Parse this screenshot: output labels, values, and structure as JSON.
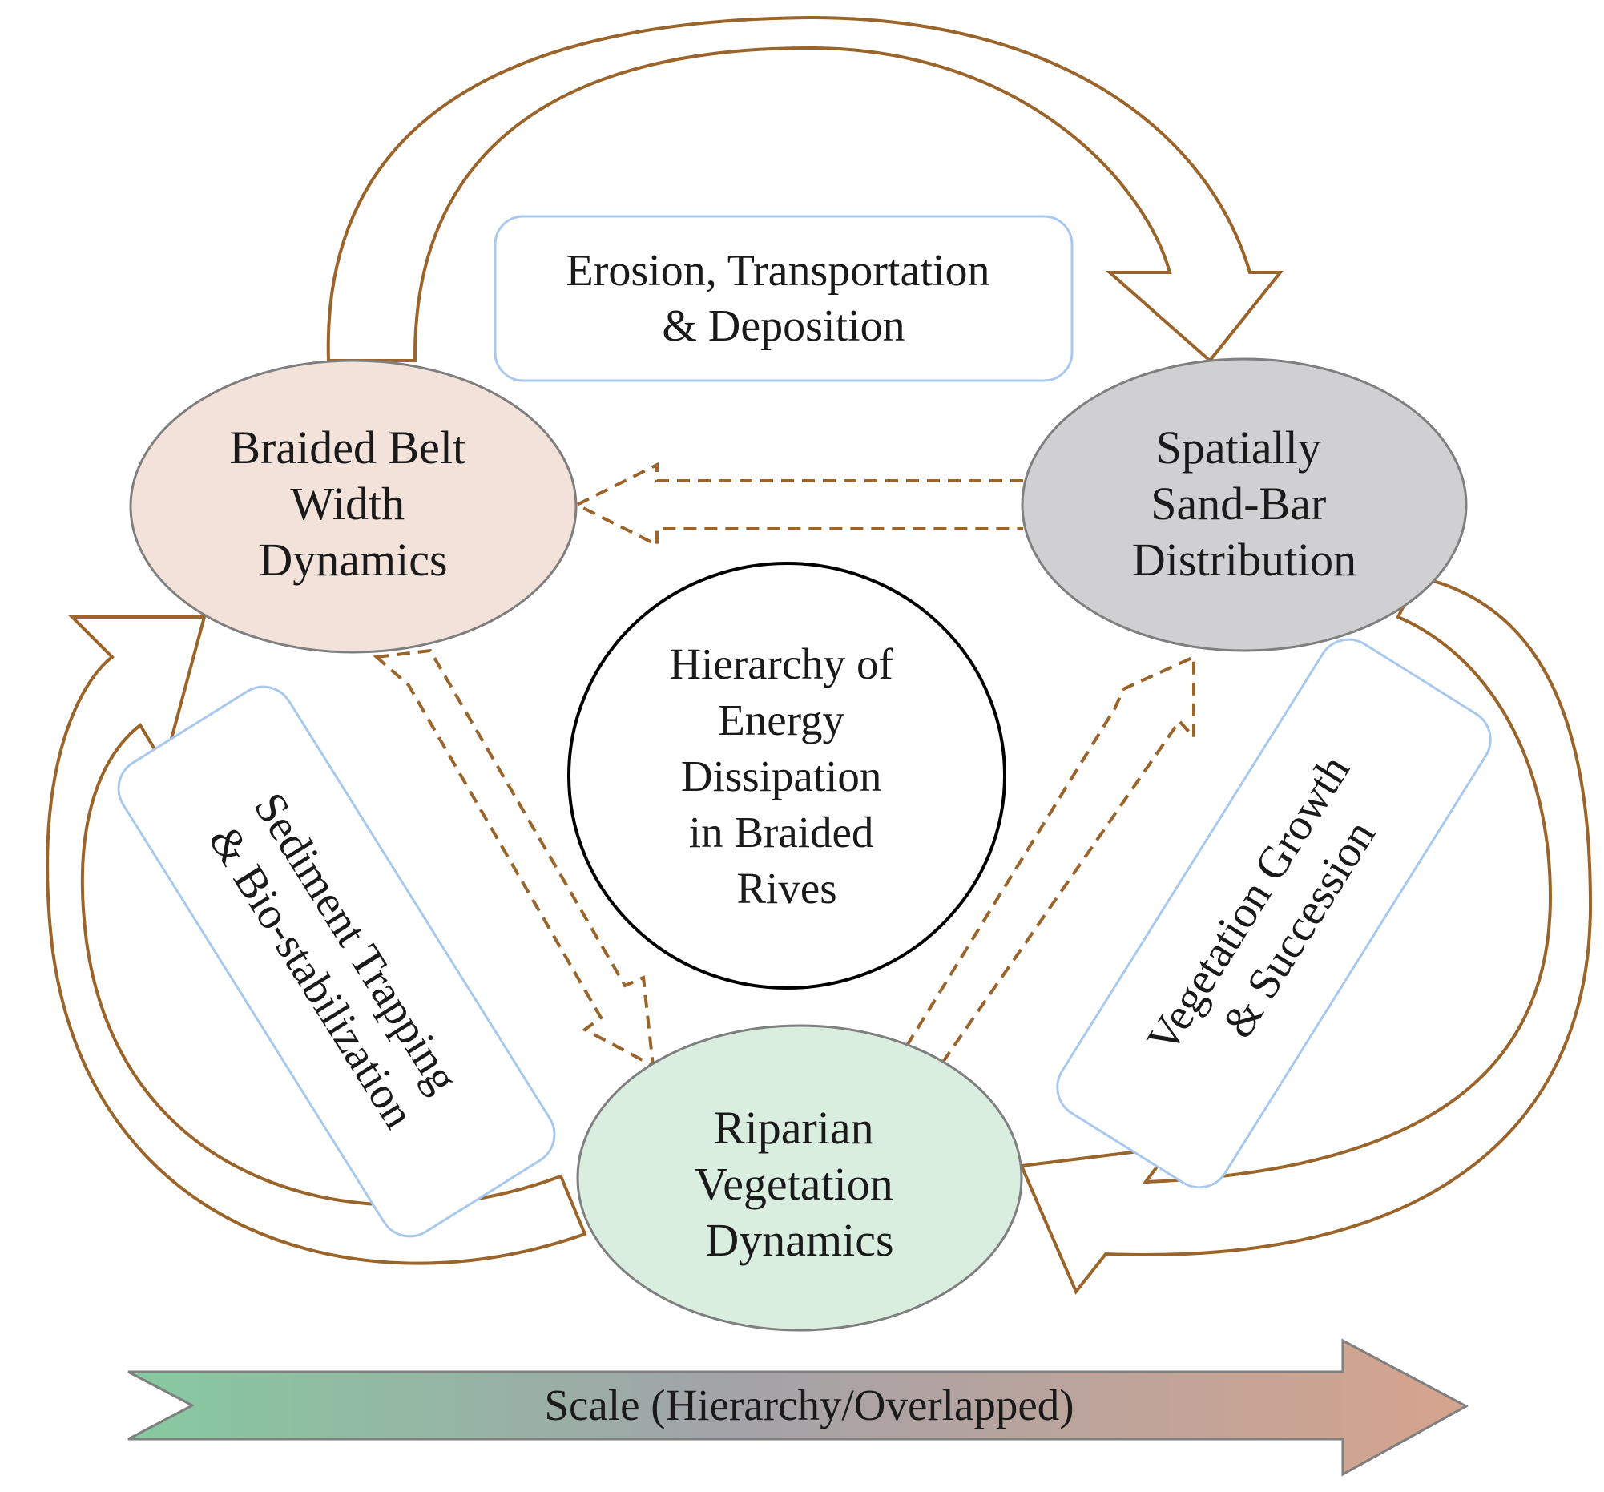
{
  "nodes": {
    "braided_belt": {
      "lines": [
        "Braided Belt",
        "Width",
        "Dynamics"
      ],
      "fill": "#f2e2da"
    },
    "sand_bar": {
      "lines": [
        "Spatially",
        "Sand-Bar",
        "Distribution"
      ],
      "fill": "#d0d0d2"
    },
    "riparian": {
      "lines": [
        "Riparian",
        "Vegetation",
        "Dynamics"
      ],
      "fill": "#daeee0"
    }
  },
  "center": {
    "lines": [
      "Hierarchy of",
      "Energy",
      "Dissipation",
      "in Braided",
      "Rives"
    ]
  },
  "process_boxes": {
    "erosion": {
      "lines": [
        "Erosion, Transportation",
        "& Deposition"
      ]
    },
    "sediment": {
      "lines": [
        "Sediment Trapping",
        "& Bio-stabilization"
      ]
    },
    "vegetation_growth": {
      "lines": [
        "Vegetation Growth",
        "& Succession"
      ]
    }
  },
  "scale_arrow": {
    "label": "Scale (Hierarchy/Overlapped)",
    "gradient": [
      "#86caa0",
      "#a3a3a8",
      "#d6a48e"
    ]
  },
  "colors": {
    "arrow_stroke": "#9a642a",
    "box_stroke": "#a9c8ee"
  }
}
